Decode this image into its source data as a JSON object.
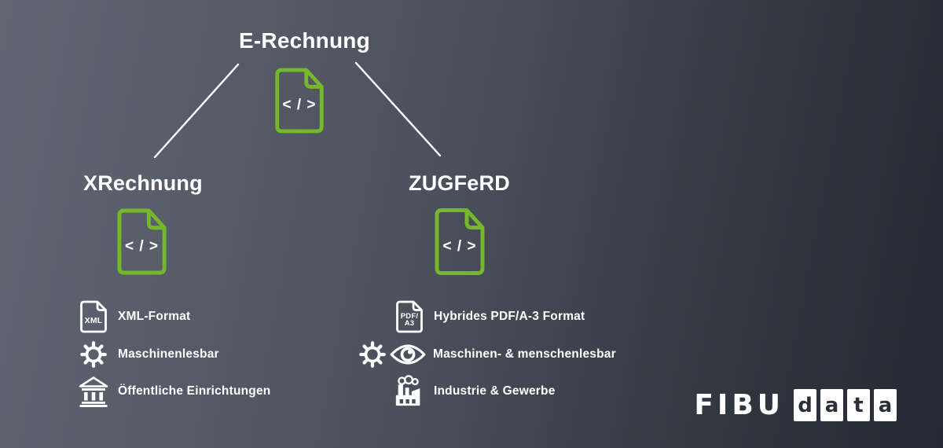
{
  "root": {
    "title": "E-Rechnung",
    "code_glyph": "< / >"
  },
  "left": {
    "title": "XRechnung",
    "code_glyph": "< / >",
    "features": [
      {
        "icon": "xml-file-icon",
        "badge": "XML",
        "label": "XML-Format"
      },
      {
        "icon": "gear-icon",
        "label": "Maschinenlesbar"
      },
      {
        "icon": "bank-icon",
        "label": "Öffentliche Einrichtungen"
      }
    ]
  },
  "right": {
    "title": "ZUGFeRD",
    "code_glyph": "< / >",
    "features": [
      {
        "icon": "pdf-a3-file-icon",
        "badge_line1": "PDF/",
        "badge_line2": "A3",
        "label": "Hybrides PDF/A-3 Format"
      },
      {
        "icon": "gear-eye-icon",
        "label": "Maschinen- & menschenlesbar"
      },
      {
        "icon": "factory-icon",
        "label": "Industrie & Gewerbe"
      }
    ]
  },
  "logo": {
    "prefix": "FIBU",
    "boxed": [
      "d",
      "a",
      "t",
      "a"
    ]
  },
  "colors": {
    "accent_green": "#76b82a",
    "background_light": "#606673",
    "background_dark": "#252933",
    "text": "#ffffff"
  }
}
